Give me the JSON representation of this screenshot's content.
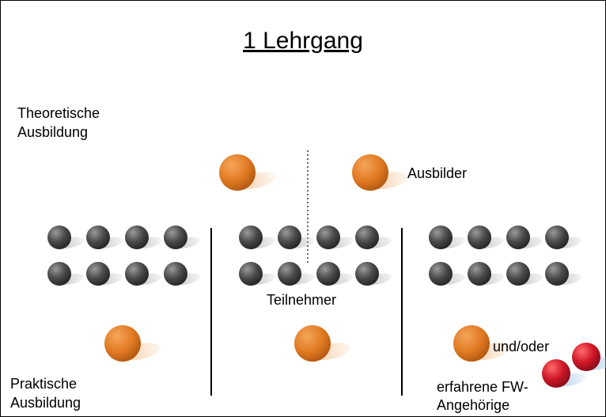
{
  "title": "1 Lehrgang",
  "labels": {
    "theoretische": [
      "Theoretische",
      "Ausbildung"
    ],
    "praktische": [
      "Praktische",
      "Ausbildung"
    ],
    "ausbilder": "Ausbilder",
    "teilnehmer": "Teilnehmer",
    "und_oder": "und/oder",
    "erfahrene": [
      "erfahrene FW-",
      "Angehörige"
    ]
  },
  "colors": {
    "instructor": "#e07a22",
    "participant": "#3a3a3a",
    "experienced": "#d01828",
    "shadow_warm": "#f3c79c",
    "shadow_grey": "#bdbdbd",
    "shadow_blue": "#a9c9e6"
  },
  "icons": {
    "instructor": "orange-sphere-figure",
    "participant": "grey-sphere-figure",
    "experienced": "red-sphere-figure"
  }
}
